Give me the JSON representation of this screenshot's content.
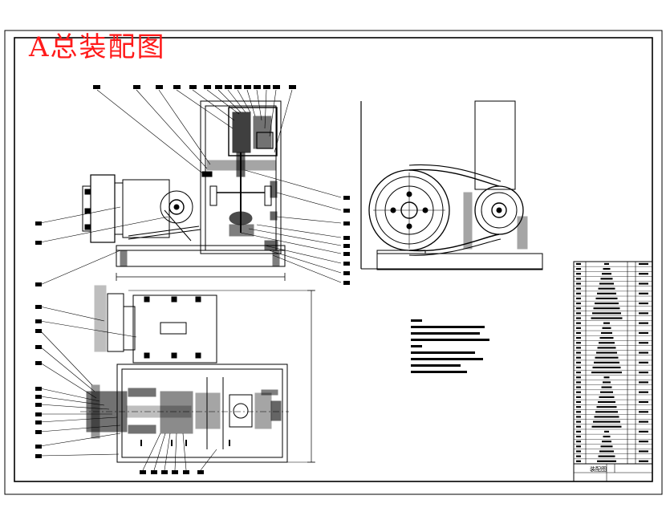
{
  "drawing": {
    "title": "A总装配图",
    "colors": {
      "ink": "#000000",
      "title": "#ff1a1a",
      "paper": "#ffffff"
    }
  },
  "parts_list": {
    "rows": 41,
    "last_label": "装配图"
  }
}
